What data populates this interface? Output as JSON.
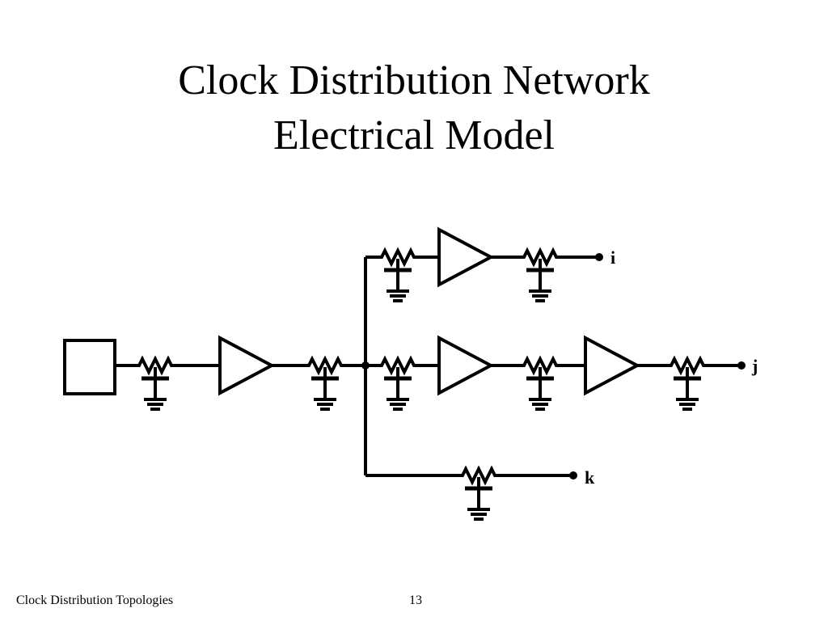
{
  "slide": {
    "title_line1": "Clock Distribution Network",
    "title_line2": "Electrical Model",
    "footer_left": "Clock Distribution Topologies",
    "page_number": "13"
  },
  "diagram": {
    "outputs": [
      "i",
      "j",
      "k"
    ]
  },
  "colors": {
    "ink": "#000000",
    "background": "#ffffff"
  }
}
